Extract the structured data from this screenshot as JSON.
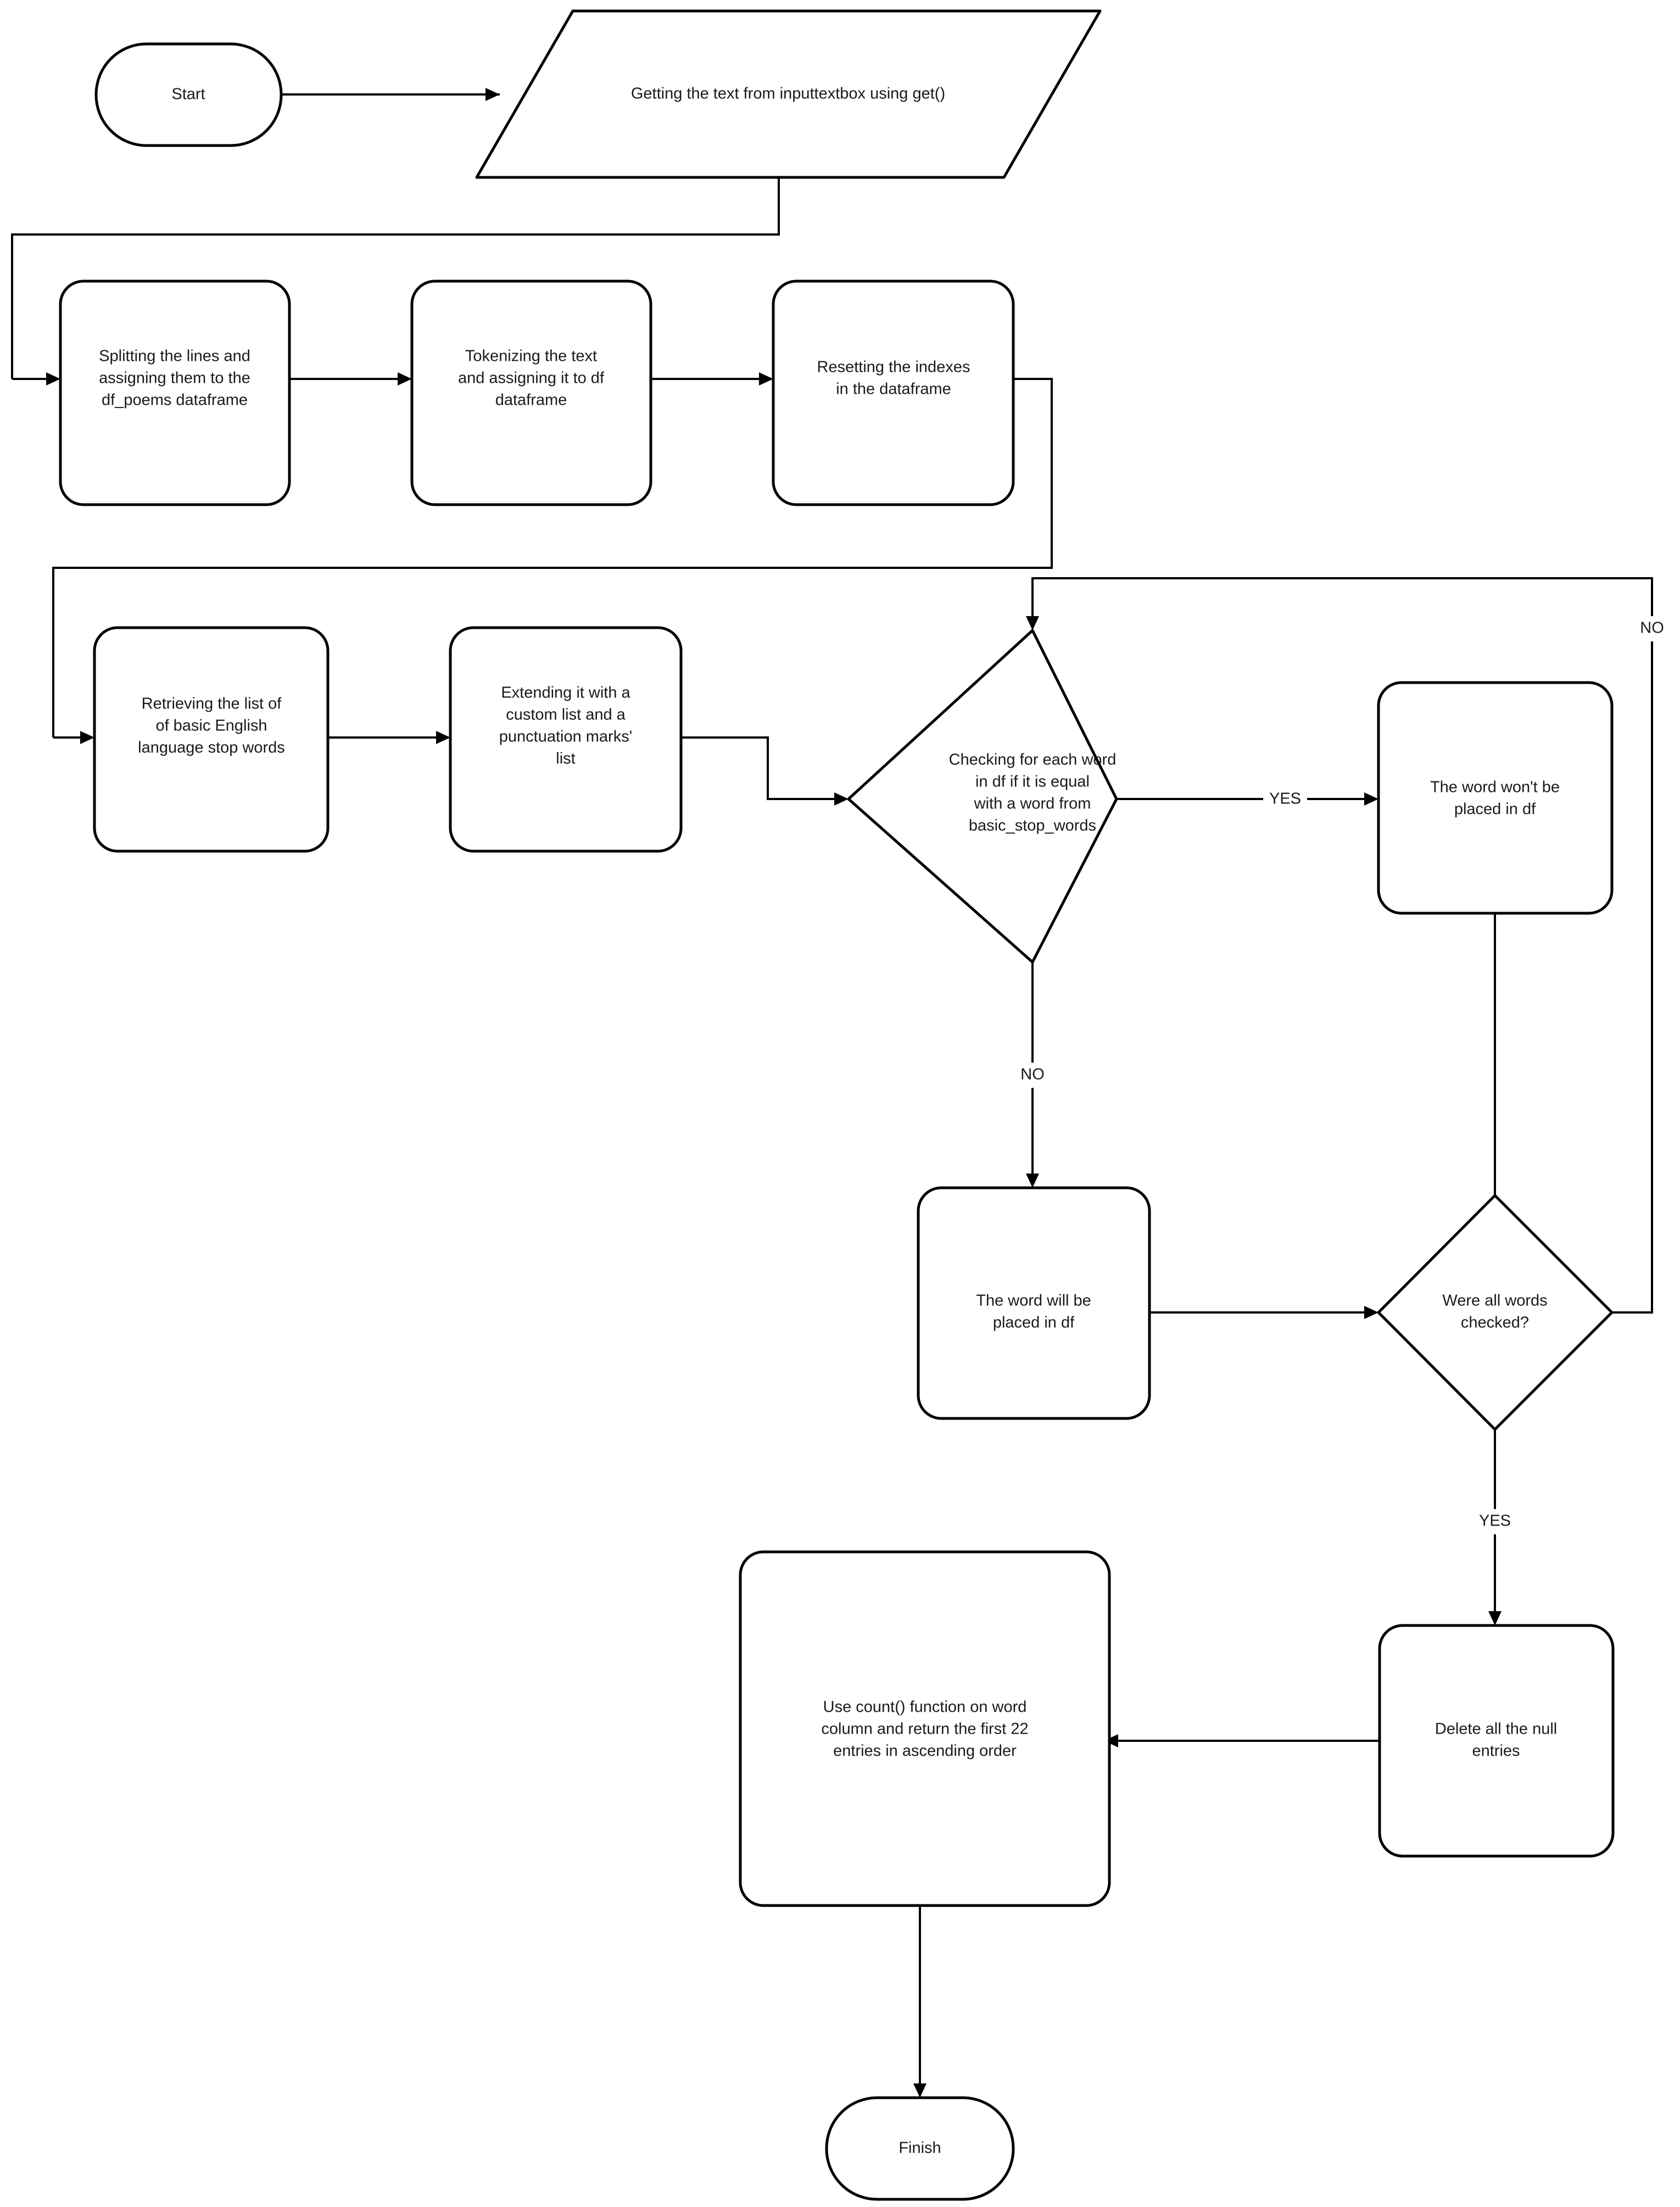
{
  "diagram": {
    "title": "Word frequency processing flowchart",
    "background_color": "#ffffff",
    "line_color": "#000000",
    "text_color": "#1a1a1a"
  },
  "nodes": {
    "start": {
      "label": "Start",
      "shape": "terminator"
    },
    "get_text": {
      "label": "Getting the text from inputtextbox using get()",
      "shape": "parallelogram"
    },
    "split_lines": {
      "shape": "process",
      "line1": "Splitting the lines and",
      "line2": "assigning them to the",
      "line3": "df_poems dataframe"
    },
    "tokenize": {
      "shape": "process",
      "line1": "Tokenizing the text",
      "line2": "and assigning it to df",
      "line3": "dataframe"
    },
    "reset_index": {
      "shape": "process",
      "line1": "Resetting the indexes",
      "line2": "in the dataframe"
    },
    "retrieve_stopwords": {
      "shape": "process",
      "line1": "Retrieving the list of",
      "line2": "of basic English",
      "line3": "language stop words"
    },
    "extend_list": {
      "shape": "process",
      "line1": "Extending it with a",
      "line2": "custom list and a",
      "line3": "punctuation marks'",
      "line4": "list"
    },
    "check_word": {
      "shape": "decision",
      "line1": "Checking for each word",
      "line2": "in df if it is equal",
      "line3": "with a word from",
      "line4": "basic_stop_words"
    },
    "word_not_placed": {
      "shape": "process",
      "line1": "The word won't be",
      "line2": "placed in df"
    },
    "word_placed": {
      "shape": "process",
      "line1": "The word will be",
      "line2": "placed in df"
    },
    "all_checked": {
      "shape": "decision",
      "line1": "Were all words",
      "line2": "checked?"
    },
    "delete_null": {
      "shape": "process",
      "line1": "Delete all the null",
      "line2": "entries"
    },
    "count_words": {
      "shape": "process",
      "line1": "Use count() function on word",
      "line2": "column and return the first 22",
      "line3": "entries in ascending order"
    },
    "finish": {
      "label": "Finish",
      "shape": "terminator"
    }
  },
  "edge_labels": {
    "check_yes": "YES",
    "check_no": "NO",
    "all_checked_no": "NO",
    "all_checked_yes": "YES"
  }
}
